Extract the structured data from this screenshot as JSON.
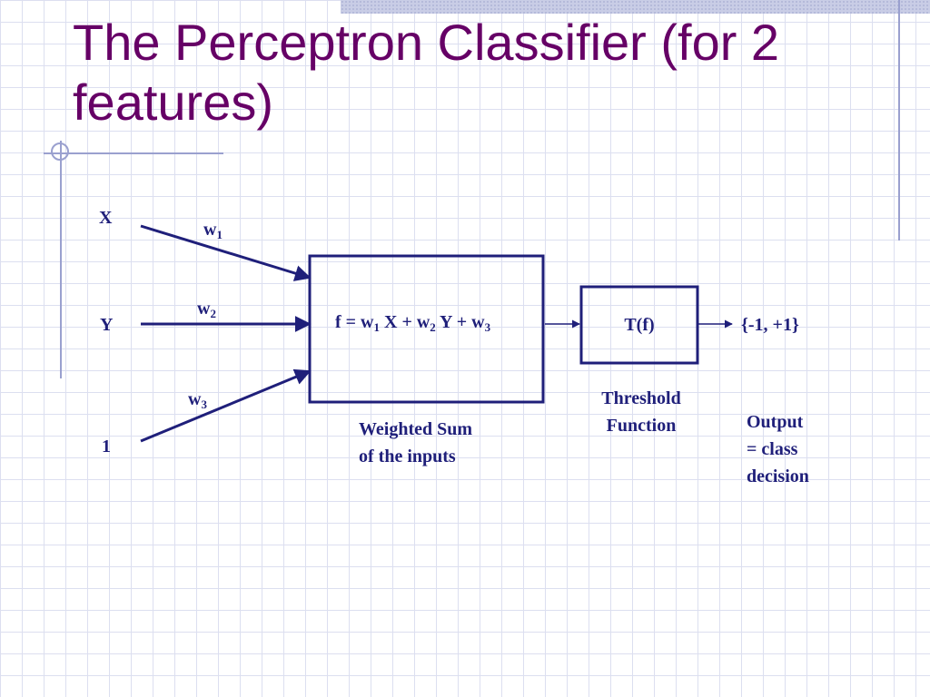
{
  "title": "The Perceptron Classifier (for 2 features)",
  "colors": {
    "title": "#660066",
    "diagram": "#1f1f7a",
    "grid": "#dcdff0",
    "decoration": "#9aa0cf"
  },
  "inputs": {
    "x": "X",
    "y": "Y",
    "bias": "1"
  },
  "weights": {
    "w1": {
      "base": "w",
      "sub": "1"
    },
    "w2": {
      "base": "w",
      "sub": "2"
    },
    "w3": {
      "base": "w",
      "sub": "3"
    }
  },
  "sum_formula": {
    "f_eq": "f = w",
    "sub1": "1",
    "mid1": " X + w",
    "sub2": "2",
    "mid2": " Y + w",
    "sub3": "3"
  },
  "sum_caption": {
    "line1": "Weighted Sum",
    "line2": "of the inputs"
  },
  "threshold": {
    "box_label": "T(f)",
    "caption_line1": "Threshold",
    "caption_line2": "Function"
  },
  "output": {
    "value": "{-1, +1}",
    "caption_line1": "Output",
    "caption_line2": "= class",
    "caption_line3": "decision"
  }
}
